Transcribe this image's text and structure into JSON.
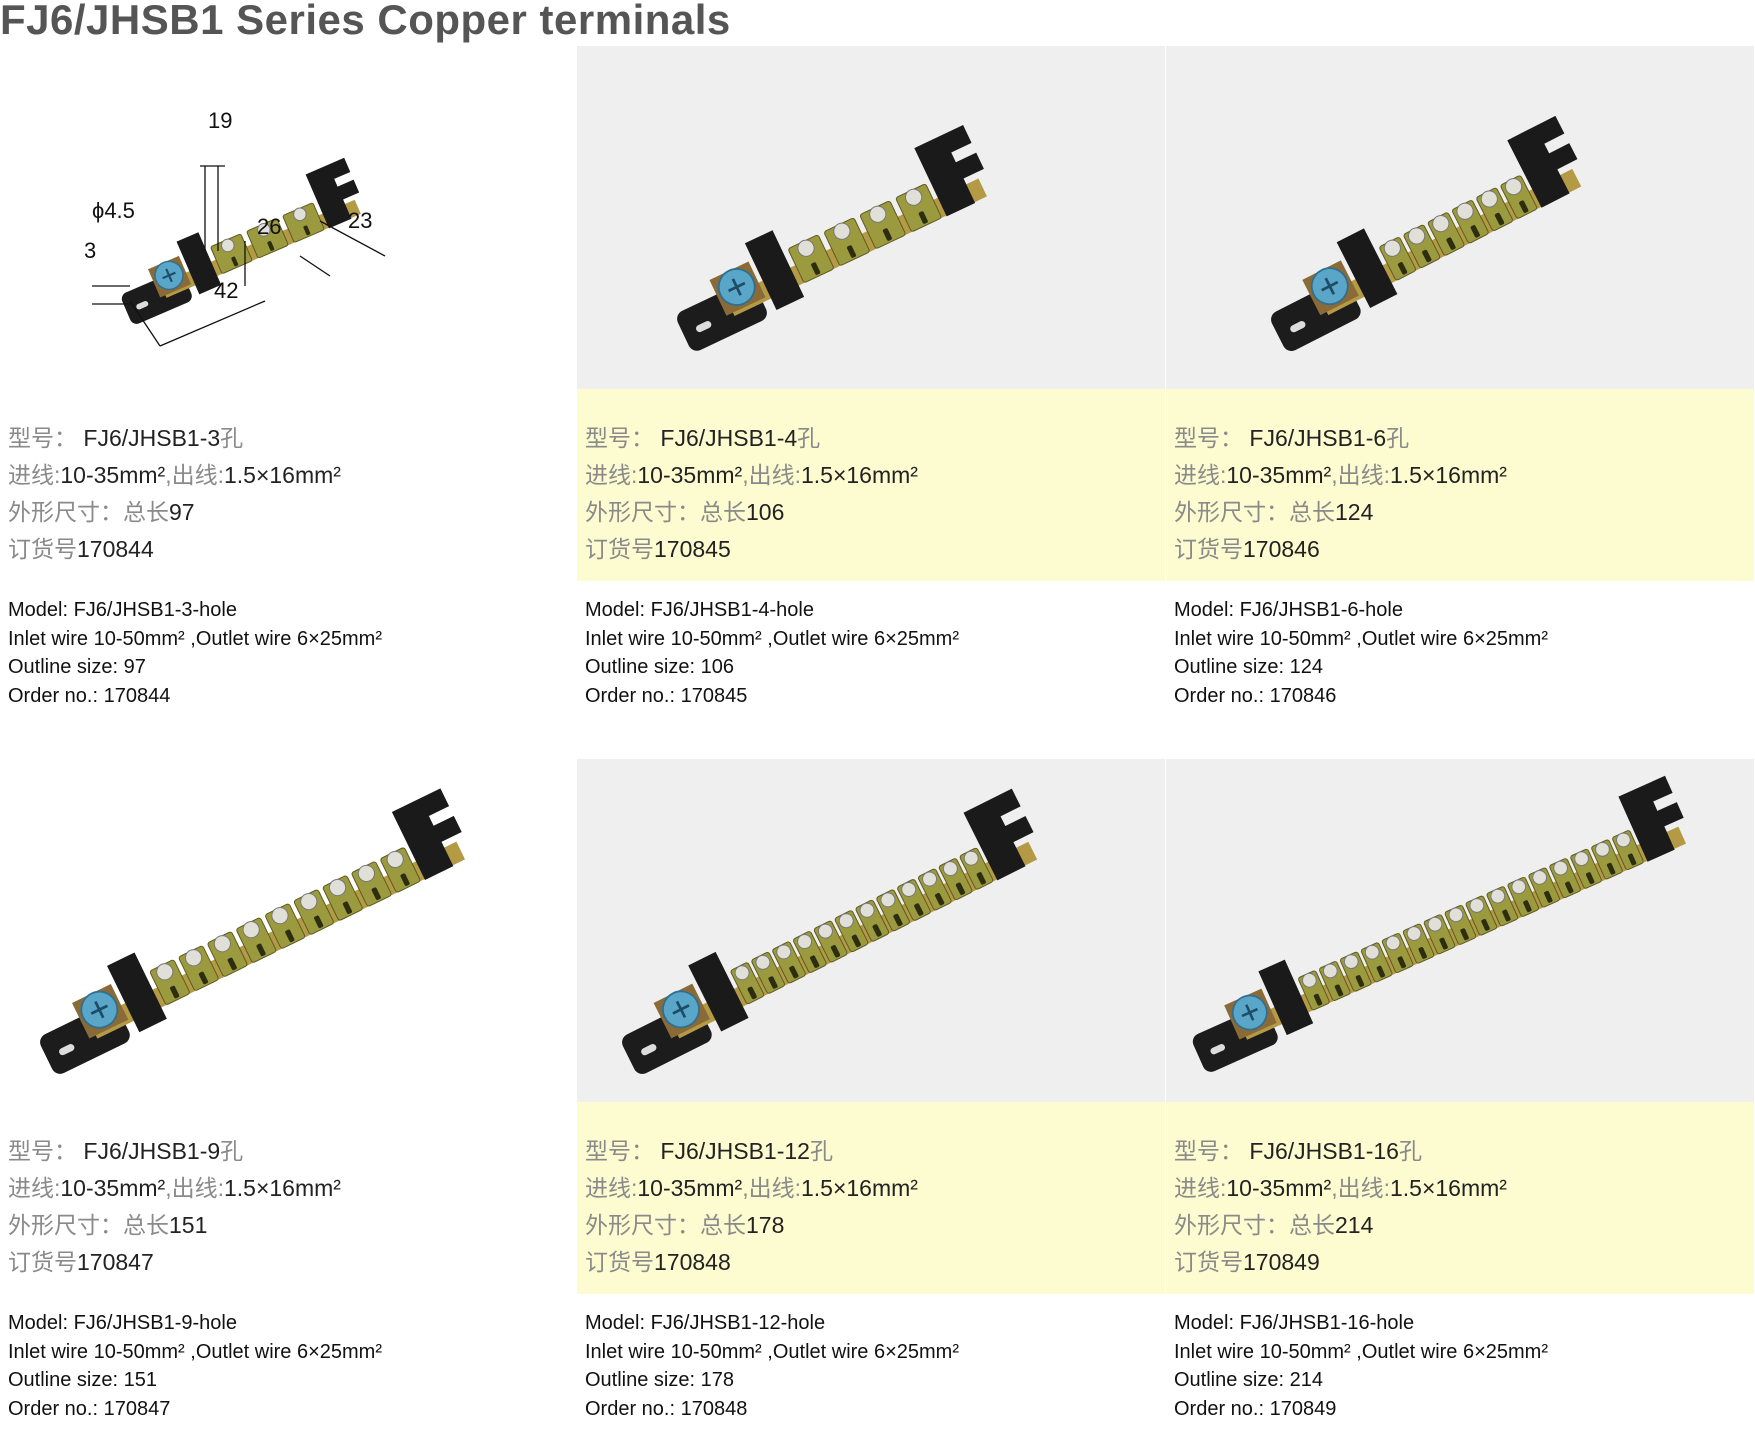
{
  "page_title": "FJ6/JHSB1 Series Copper terminals",
  "dimension_labels": {
    "d19": "19",
    "phi": "ϕ4.5",
    "d26": "26",
    "d23": "23",
    "d3": "3",
    "d42": "42"
  },
  "cn_labels": {
    "model": "型号：",
    "inlet": "进线:",
    "outlet": ",出线:",
    "size": "外形尺寸：",
    "total": "总长",
    "order": "订货号"
  },
  "cn_values": {
    "inlet_value": "10-35mm²",
    "outlet_value": "1.5×16mm²"
  },
  "en_labels": {
    "inlet_line": "Inlet wire 10-50mm² ,Outlet wire 6×25mm²"
  },
  "products": [
    {
      "cn_model": "FJ6/JHSB1-3",
      "hole_char": "孔",
      "length": "97",
      "order": "170844",
      "en_model": "Model: FJ6/JHSB1-3-hole",
      "en_size": "Outline size: 97",
      "en_order": "Order no.: 170844"
    },
    {
      "cn_model": "FJ6/JHSB1-4",
      "hole_char": "孔",
      "length": "106",
      "order": "170845",
      "en_model": "Model: FJ6/JHSB1-4-hole",
      "en_size": "Outline size: 106",
      "en_order": "Order no.: 170845"
    },
    {
      "cn_model": "FJ6/JHSB1-6",
      "hole_char": "孔",
      "length": "124",
      "order": "170846",
      "en_model": "Model: FJ6/JHSB1-6-hole",
      "en_size": "Outline size: 124",
      "en_order": "Order no.: 170846"
    },
    {
      "cn_model": "FJ6/JHSB1-9",
      "hole_char": "孔",
      "length": "151",
      "order": "170847",
      "en_model": "Model: FJ6/JHSB1-9-hole",
      "en_size": "Outline size: 151",
      "en_order": "Order no.: 170847"
    },
    {
      "cn_model": "FJ6/JHSB1-12",
      "hole_char": "孔",
      "length": "178",
      "order": "170848",
      "en_model": "Model: FJ6/JHSB1-12-hole",
      "en_size": "Outline size: 178",
      "en_order": "Order no.: 170848"
    },
    {
      "cn_model": "FJ6/JHSB1-16",
      "hole_char": "孔",
      "length": "214",
      "order": "170849",
      "en_model": "Model: FJ6/JHSB1-16-hole",
      "en_size": "Outline size: 214",
      "en_order": "Order no.: 170849"
    }
  ],
  "colors": {
    "image_bg_gray": "#efefef",
    "spec_highlight": "#fdfbd0",
    "label_gray": "#8a8a8a",
    "title_gray": "#555555"
  }
}
